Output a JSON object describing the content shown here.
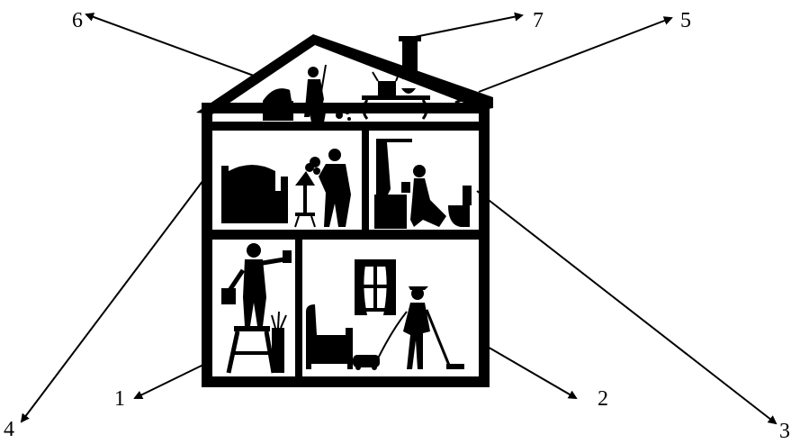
{
  "labels": {
    "l1": "1",
    "l2": "2",
    "l3": "3",
    "l4": "4",
    "l5": "5",
    "l6": "6",
    "l7": "7"
  },
  "colors": {
    "ink": "#000000",
    "paper": "#ffffff"
  },
  "icons": [
    "house-cutaway",
    "cleaning-silhouettes",
    "arrow"
  ]
}
